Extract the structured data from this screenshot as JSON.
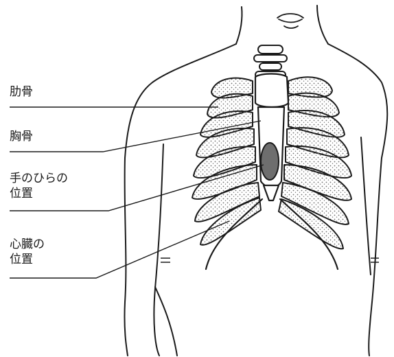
{
  "labels": {
    "rib": "肋骨",
    "sternum": "胸骨",
    "palm_line1": "手のひらの",
    "palm_line2": "位置",
    "heart_line1": "心臓の",
    "heart_line2": "位置"
  },
  "colors": {
    "ink": "#1a1a1a",
    "stipple": "#6b6b6b",
    "palm_fill": "#6e6e6e",
    "background": "#ffffff"
  }
}
